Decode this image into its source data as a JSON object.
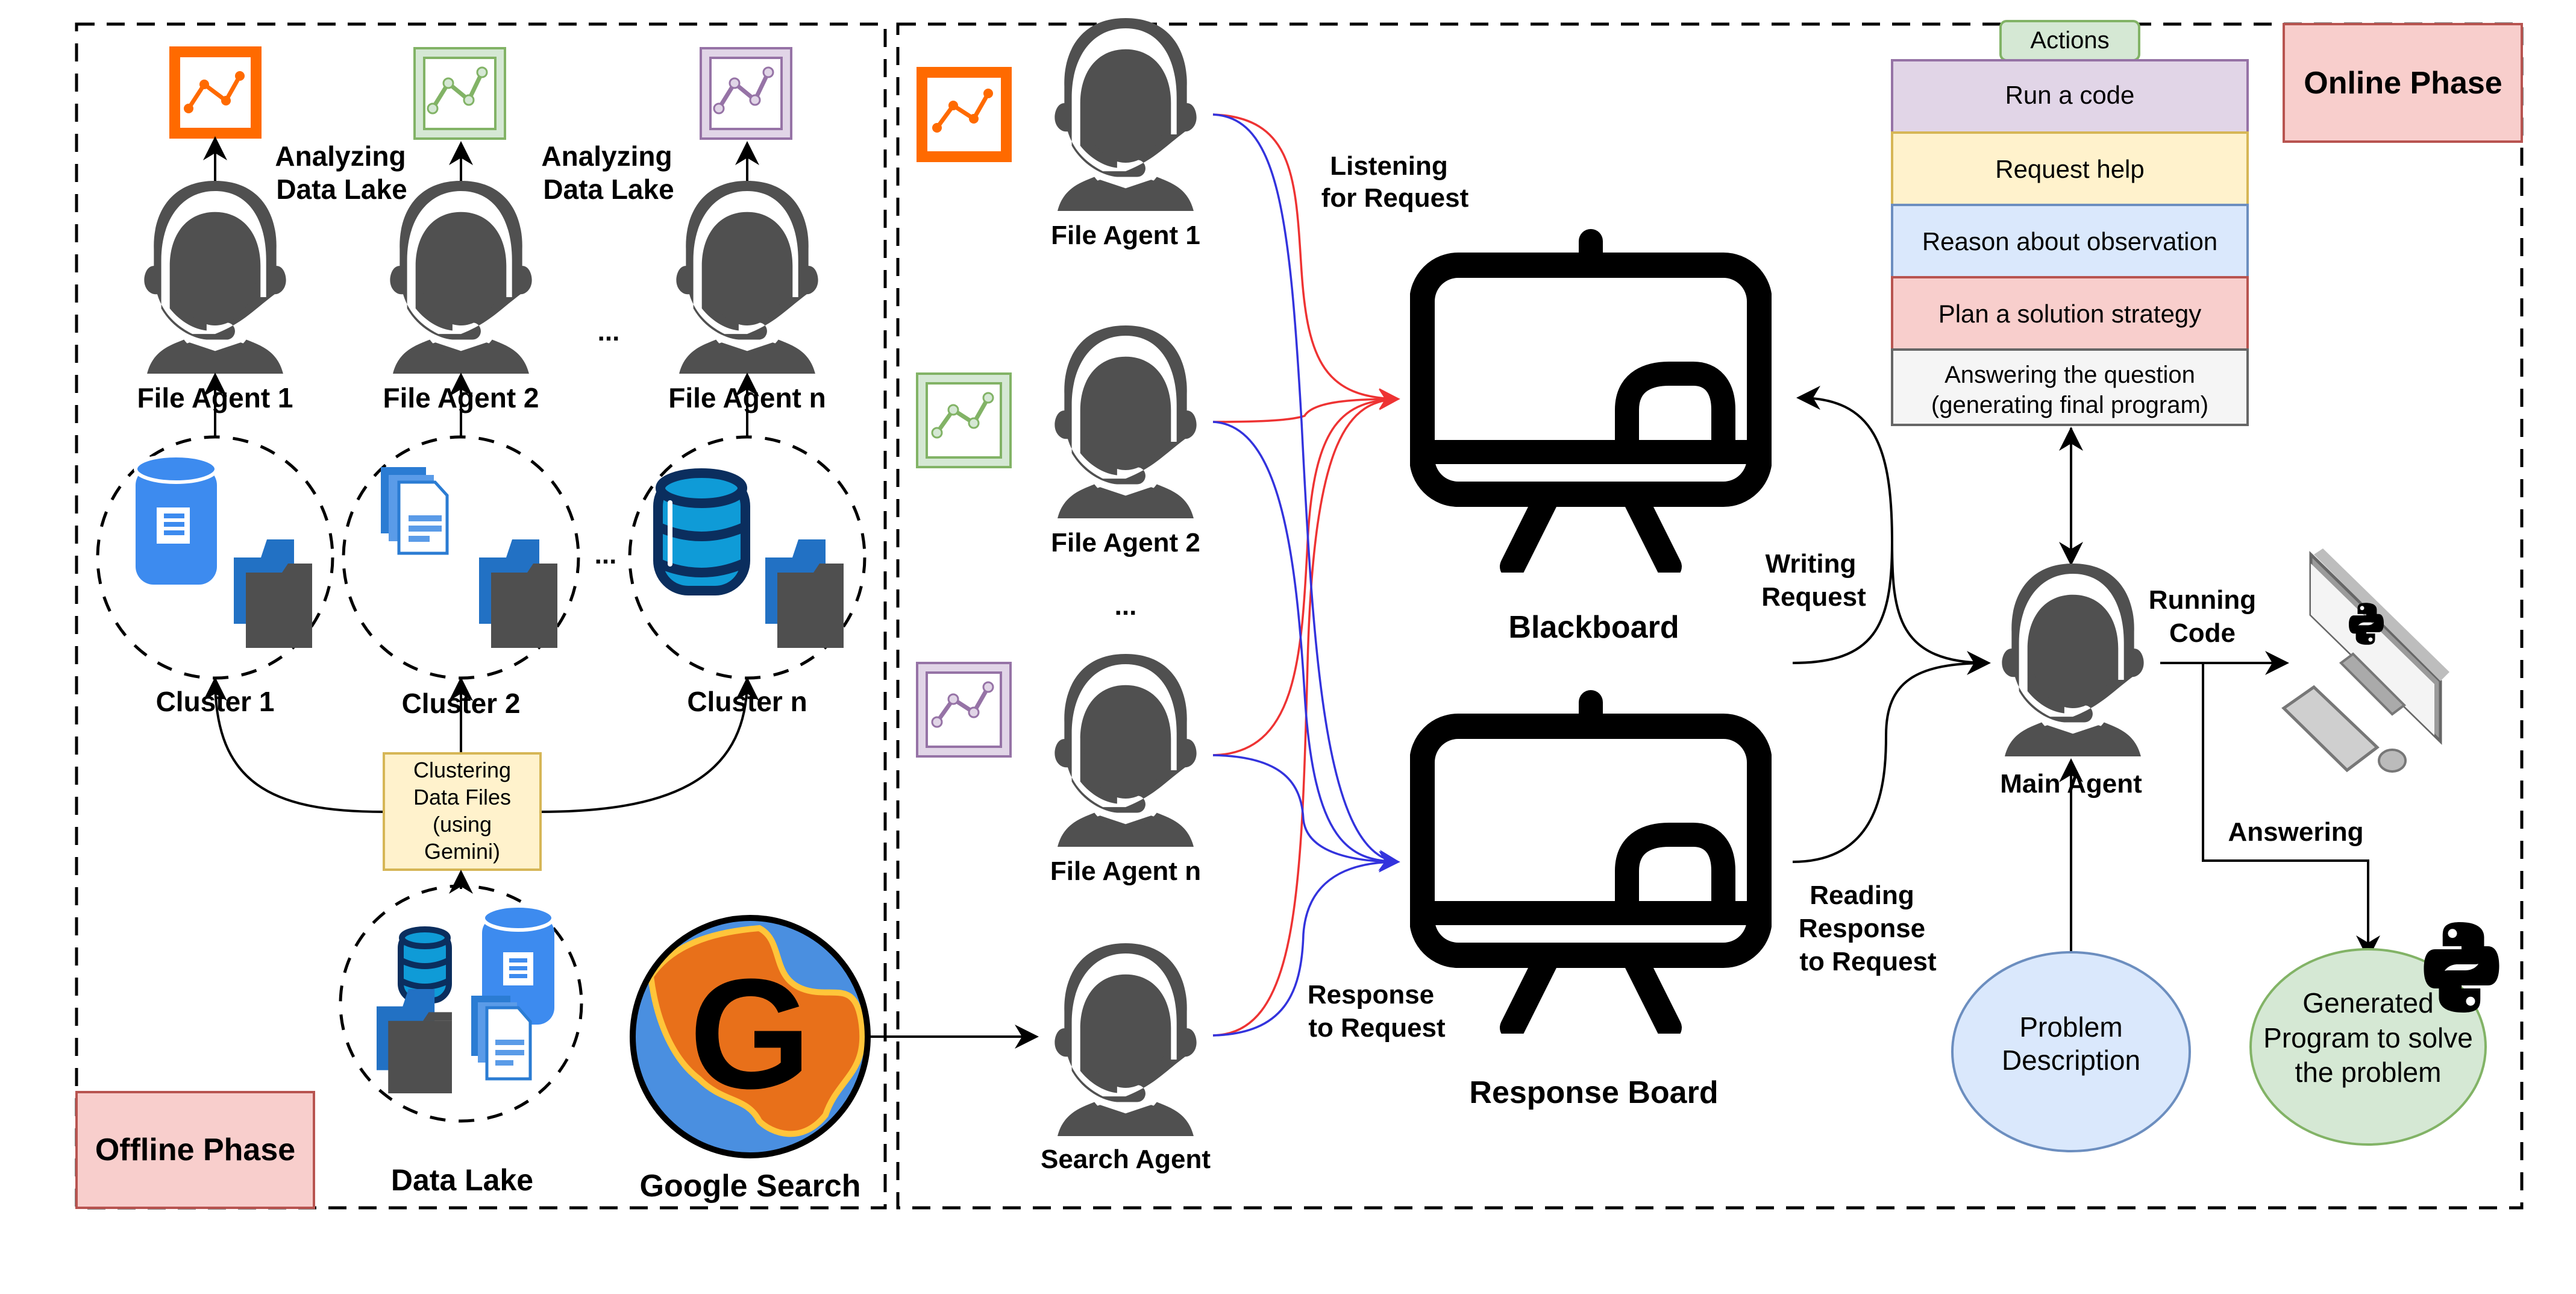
{
  "offline": {
    "phase_label": "Offline Phase",
    "analyzing_label_1": "Analyzing",
    "analyzing_label_2": "Data Lake",
    "agents": [
      {
        "label": "File Agent 1",
        "chart_color": "#ff6a00",
        "chart_fill": "#ffffff"
      },
      {
        "label": "File Agent 2",
        "chart_color": "#82b366",
        "chart_fill": "#d5e8d4"
      },
      {
        "label": "File Agent n",
        "chart_color": "#9673a6",
        "chart_fill": "#e1d5e7"
      }
    ],
    "ellipsis": "...",
    "clusters": [
      "Cluster 1",
      "Cluster 2",
      "Cluster n"
    ],
    "clustering_box": [
      "Clustering",
      "Data Files",
      "(using",
      "Gemini)"
    ],
    "data_lake_label": "Data Lake",
    "google_label": "Google Search",
    "google_letter": "G"
  },
  "online": {
    "phase_label": "Online Phase",
    "agents": [
      {
        "label": "File Agent 1",
        "chart_color": "#ff6a00",
        "chart_fill": "#ffffff"
      },
      {
        "label": "File Agent 2",
        "chart_color": "#82b366",
        "chart_fill": "#d5e8d4"
      },
      {
        "label": "File Agent n",
        "chart_color": "#9673a6",
        "chart_fill": "#e1d5e7"
      }
    ],
    "ellipsis": "...",
    "search_agent_label": "Search Agent",
    "listening_1": "Listening",
    "listening_2": "for Request",
    "response_1": "Response",
    "response_2": "to Request",
    "blackboard_label": "Blackboard",
    "response_board_label": "Response Board",
    "writing_1": "Writing",
    "writing_2": "Request",
    "reading_1": "Reading",
    "reading_2": "Response",
    "reading_3": "to Request",
    "main_agent_label": "Main Agent",
    "running_1": "Running",
    "running_2": "Code",
    "answering_label": "Answering",
    "problem_1": "Problem",
    "problem_2": "Description",
    "generated_1": "Generated",
    "generated_2": "Program to solve",
    "generated_3": "the problem",
    "actions": {
      "header": "Actions",
      "items": [
        {
          "label": "Run a code",
          "fill": "#e1d5e7",
          "stroke": "#9673a6"
        },
        {
          "label": "Request help",
          "fill": "#fff2cc",
          "stroke": "#d6b656"
        },
        {
          "label": "Reason about observation",
          "fill": "#dae8fc",
          "stroke": "#6c8ebf"
        },
        {
          "label": "Plan a solution strategy",
          "fill": "#f8cecc",
          "stroke": "#b85450"
        },
        {
          "label": "Answering the question",
          "label2": "(generating final program)",
          "fill": "#f5f5f5",
          "stroke": "#666666"
        }
      ]
    }
  },
  "colors": {
    "phase_fill": "#f8cecc",
    "phase_stroke": "#b85450",
    "request_arrow": "#ee3333",
    "response_arrow": "#3333dd"
  }
}
